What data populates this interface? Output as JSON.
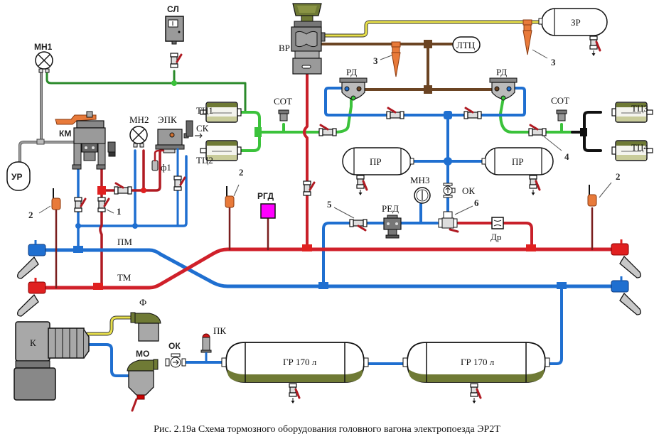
{
  "caption": "Рис. 2.19а  Схема тормозного оборудования  головного  вагона электропоезда  ЭР2Т",
  "colors": {
    "supply_line": "#1f6fd0",
    "brake_line": "#d0202a",
    "brake_cylinder_line": "#3bc23b",
    "reservoir_line": "#e8e04a",
    "relay_line": "#6b4423",
    "gauge_line": "#777777",
    "equipment_body": "#9a9a9a",
    "olive": "#6f7a35",
    "rgd": "#ff00ff"
  },
  "labels": {
    "mn1": "МН1",
    "sl": "СЛ",
    "km": "КМ",
    "ur": "УР",
    "mn2": "МН2",
    "epk": "ЭПК",
    "sk": "СК",
    "f1": "ф1",
    "tc1": "ТЦ1",
    "tc2": "ТЦ2",
    "tc3": "ТЦ3",
    "tc4": "ТЦ4",
    "vr": "ВР",
    "ltc": "ЛТЦ",
    "zr": "ЗР",
    "rd_left": "РД",
    "rd_right": "РД",
    "sot_left": "СОТ",
    "sot_right": "СОТ",
    "pr_left": "ПР",
    "pr_right": "ПР",
    "mn3": "МН3",
    "ok_top": "ОК",
    "red": "РЕД",
    "dr": "Др",
    "rgd": "РГД",
    "pm": "ПМ",
    "tm": "ТМ",
    "f": "Ф",
    "k": "К",
    "mo": "МО",
    "ok_bottom": "ОК",
    "pk": "ПК",
    "gr1": "ГР 170 л",
    "gr2": "ГР 170 л"
  },
  "callouts": {
    "n1": "1",
    "n2_left": "2",
    "n2_mid": "2",
    "n2_right": "2",
    "n3_left": "3",
    "n3_right": "3",
    "n4": "4",
    "n5": "5",
    "n6": "6"
  }
}
